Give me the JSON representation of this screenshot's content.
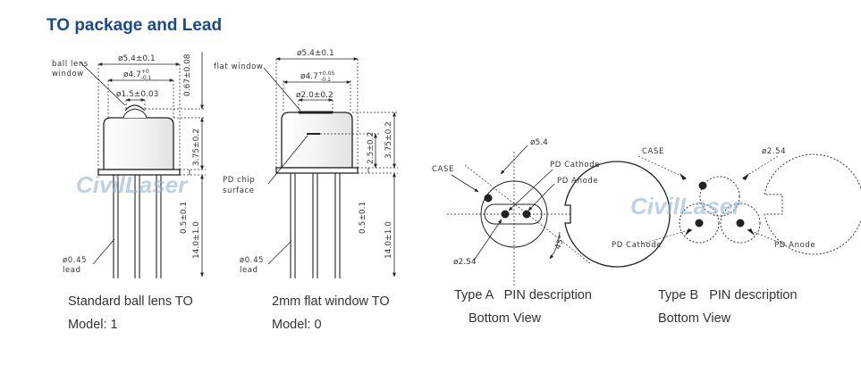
{
  "page": {
    "title": "TO package and Lead"
  },
  "watermark": "CivilLaser",
  "ball_lens_to": {
    "labels": {
      "ball_lens_window_1": "ball lens",
      "ball_lens_window_2": "window",
      "lead_1": "ø0.45",
      "lead_2": "lead"
    },
    "dims": {
      "d_outer": "ø5.4±0.1",
      "d_cap_main": "ø4.7",
      "d_cap_sup": "+0",
      "d_cap_sub": "-0.1",
      "d_lens": "ø1.5±0.03",
      "h_lens": "0.67±0.08",
      "h_cap": "3.75±0.2",
      "h_flange": "0.5±0.1",
      "h_lead": "14.0±1.0"
    },
    "caption": "Standard ball lens TO",
    "model": "Model: 1"
  },
  "flat_window_to": {
    "labels": {
      "flat_window": "flat window",
      "pd_chip_1": "PD chip",
      "pd_chip_2": "surface",
      "lead_1": "ø0.45",
      "lead_2": "lead"
    },
    "dims": {
      "d_outer": "ø5.4±0.1",
      "d_cap_main": "ø4.7",
      "d_cap_sup": "+0.05",
      "d_cap_sub": "-0.1",
      "d_window": "ø2.0±0.2",
      "h_chip": "2.5±0.2",
      "h_cap": "3.75±0.2",
      "h_flange": "0.5±0.1",
      "h_lead": "14.0±1.0"
    },
    "caption": "2mm flat window TO",
    "model": "Model: 0"
  },
  "type_a": {
    "labels": {
      "case": "CASE",
      "d_outer": "ø5.4",
      "pd_cathode": "PD Cathode",
      "pd_anode": "PD Anode",
      "pitch": "ø2.54",
      "angle": "45°"
    },
    "caption": "Type A   PIN description",
    "view": "Bottom View"
  },
  "type_b": {
    "labels": {
      "case": "CASE",
      "pitch": "ø2.54",
      "pd_cathode": "PD Cathode",
      "pd_anode": "PD Anode"
    },
    "caption": "Type B   PIN description",
    "view": "Bottom View"
  }
}
